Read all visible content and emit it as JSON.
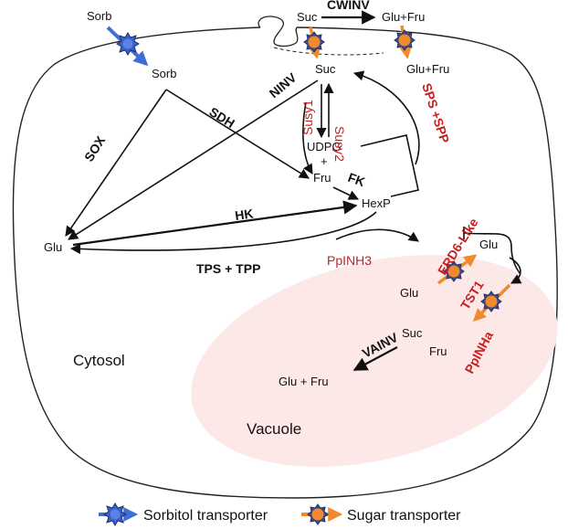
{
  "metabolites": {
    "sorb_ext": "Sorb",
    "sorb": "Sorb",
    "suc_ext": "Suc",
    "glufru_ext_top": "Glu+Fru",
    "glufru_ext_right": "Glu+Fru",
    "suc": "Suc",
    "udpg": "UDPG",
    "plus": "+",
    "fru": "Fru",
    "hexp": "HexP",
    "glu": "Glu",
    "glu_vac_top": "Glu",
    "glu_vac": "Glu",
    "suc_vac": "Suc",
    "fru_vac": "Fru",
    "glufru_vac": "Glu + Fru"
  },
  "enzymes": {
    "cwinv": "CWINV",
    "sdh": "SDH",
    "sox": "SOX",
    "ninv": "NINV",
    "susy1": "Susy1",
    "susy2": "Susy2",
    "sps_spp": "SPS +SPP",
    "fk": "FK",
    "hk": "HK",
    "tps_tpp": "TPS + TPP",
    "vainv": "VAINV"
  },
  "transporters": {
    "ppinh3": "PpINH3",
    "erd6": "ERD6-Like",
    "tst1": "TST1",
    "ppinha": "PpINHa"
  },
  "compartments": {
    "cytosol": "Cytosol",
    "vacuole": "Vacuole"
  },
  "legend": {
    "sorbitol": "Sorbitol transporter",
    "sugar": "Sugar transporter"
  },
  "colors": {
    "sorbitol_transporter": "#3f6fd6",
    "sugar_transporter": "#f08a2c",
    "red_label": "#c81e1e",
    "vacuole_fill": "#fde6e6"
  }
}
